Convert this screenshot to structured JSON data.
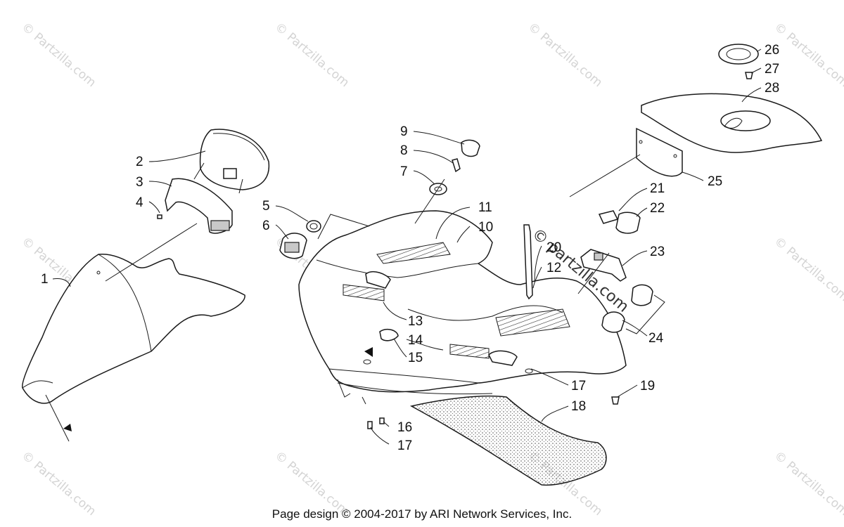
{
  "footer": "Page design © 2004-2017 by ARI Network Services, Inc.",
  "watermark": "© Partzilla.com",
  "watermark_center": "© partzilla.com",
  "callouts": [
    "1",
    "2",
    "3",
    "4",
    "5",
    "6",
    "7",
    "8",
    "9",
    "10",
    "11",
    "12",
    "13",
    "14",
    "15",
    "16",
    "17",
    "18",
    "19",
    "20",
    "21",
    "22",
    "23",
    "24",
    "25",
    "26",
    "27",
    "28"
  ],
  "callout_17b": "17",
  "colors": {
    "line": "#1a1a1a",
    "watermark": "#d4d4d4"
  }
}
